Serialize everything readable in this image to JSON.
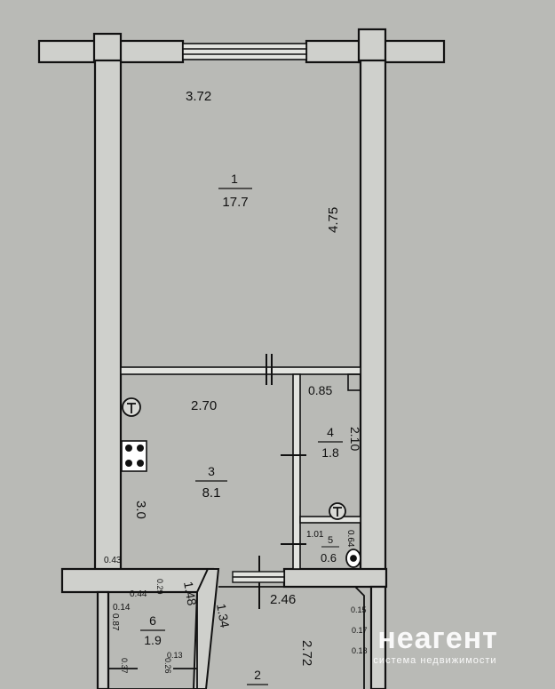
{
  "rooms": {
    "r1": {
      "number": "1",
      "area": "17.7",
      "width": "3.72",
      "length": "4.75"
    },
    "r3": {
      "number": "3",
      "area": "8.1",
      "width": "2.70",
      "length": "3.0"
    },
    "r4": {
      "number": "4",
      "area": "1.8",
      "width": "0.85",
      "length": "2.10"
    },
    "r5": {
      "number": "5",
      "area": "0.6",
      "width": "1.01",
      "length": "0.64"
    },
    "r6": {
      "number": "6",
      "area": "1.9"
    },
    "r2": {
      "number": "2"
    }
  },
  "dims": {
    "d043": "0.43",
    "d029": "0.29",
    "d044": "0.44",
    "d014": "0.14",
    "d087": "0.87",
    "d037": "0.37",
    "d026": "0.26",
    "d013": "0.13",
    "d148": "1.48",
    "d134": "1.34",
    "d246": "2.46",
    "d272": "2.72",
    "d015": "0.15",
    "d017": "0.17",
    "d018": "0.18"
  },
  "watermark": {
    "brand": "неагент",
    "tagline": "система недвижимости"
  }
}
